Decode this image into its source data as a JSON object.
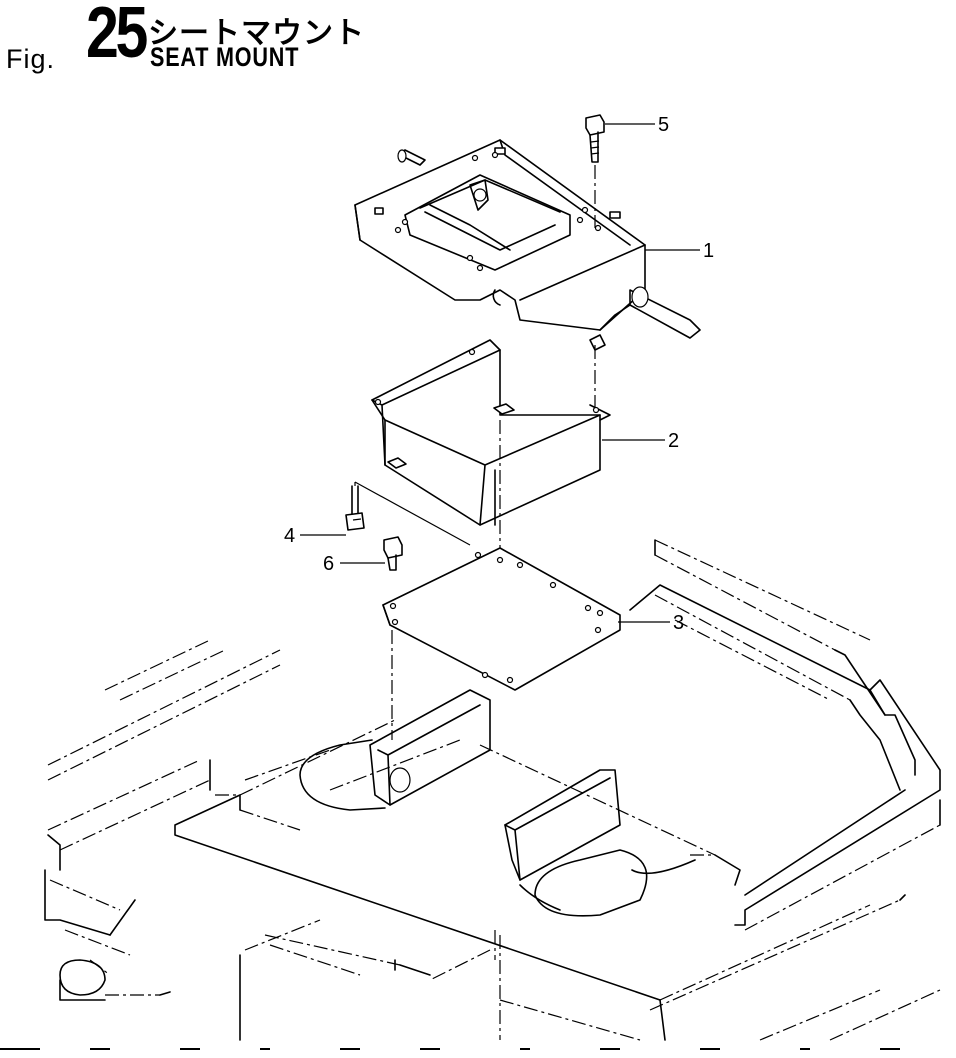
{
  "figure": {
    "prefix": "Fig.",
    "number": "25",
    "title_jp": "シートマウント",
    "title_en": "SEAT MOUNT"
  },
  "callouts": [
    {
      "id": "1",
      "label": "1"
    },
    {
      "id": "2",
      "label": "2"
    },
    {
      "id": "3",
      "label": "3"
    },
    {
      "id": "4",
      "label": "4"
    },
    {
      "id": "5",
      "label": "5"
    },
    {
      "id": "6",
      "label": "6"
    }
  ]
}
